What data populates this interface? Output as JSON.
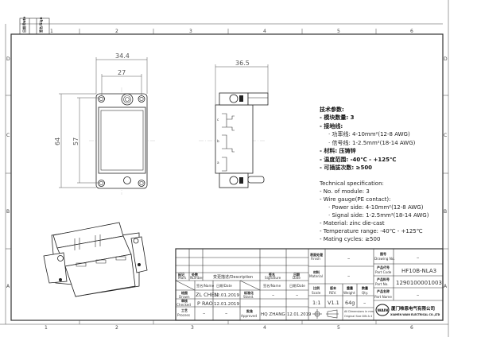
{
  "rulers": {
    "columns": [
      "1",
      "2",
      "3",
      "4",
      "5",
      "6"
    ],
    "rows": [
      "D",
      "C",
      "B",
      "A"
    ]
  },
  "corner_table": {
    "date_label": "日期/Date",
    "sign_label": "签名/Sign"
  },
  "front_view": {
    "dim_overall_width": "34.4",
    "dim_hole_pitch": "27",
    "dim_overall_height": "64",
    "dim_hole_height": "57"
  },
  "side_view": {
    "dim_depth": "36.5",
    "cavity_labels": [
      "c",
      "b",
      "a"
    ]
  },
  "spec_cn": {
    "title": "技术参数:",
    "lines": [
      "- 模块数量: 3",
      "- 接地线:",
      "· 功率线: 4-10mm²(12-8 AWG)",
      "· 信号线: 1-2.5mm²(18-14 AWG)",
      "- 材料:  压铸锌",
      "- 温度范围: -40℃ - +125℃",
      "- 可插拔次数: ≥500"
    ]
  },
  "spec_en": {
    "title": "Technical specification:",
    "lines": [
      "- No. of module: 3",
      "- Wire gauge(PE contact):",
      "· Power side: 4-10mm²(12-8 AWG)",
      "· Signal side: 1-2.5mm²(18-14 AWG)",
      "- Material: zinc die-cast",
      "- Temperature range: -40℃ - +125℃",
      "- Mating cycles: ≥500"
    ]
  },
  "title_block": {
    "revision_header": {
      "mark_cn": "标记",
      "mark": "Mark",
      "number_cn": "处数",
      "number": "Number",
      "description": "变更描述/Description",
      "signature_cn": "签名",
      "signature": "Signature",
      "date_cn": "日期",
      "date": "Date"
    },
    "name_header": "签名/Name",
    "date_header": "日期/Date",
    "drawn": {
      "label_cn": "绘图",
      "label": "Drawn",
      "name": "ZL  CHEN",
      "date": "12.01.2019"
    },
    "checked": {
      "label_cn": "审核",
      "label": "Checked",
      "name": "P  RAO",
      "date": "12.01.2019"
    },
    "process": {
      "label_cn": "工艺",
      "label": "Process",
      "name": "–",
      "date": "–"
    },
    "standard": {
      "label_cn": "标准化",
      "label": "Stand.",
      "name": "–",
      "date": "–"
    },
    "approved": {
      "label_cn": "批准",
      "label": "Approved",
      "name": "HQ  ZHANG",
      "date": "12.01.2019"
    },
    "finish": {
      "label_cn": "表面处理",
      "label": "Finish",
      "value": "–"
    },
    "material": {
      "label_cn": "材料",
      "label": "Material",
      "value": "–"
    },
    "scale": {
      "label_cn": "比例",
      "label": "Scale",
      "value": "1:1"
    },
    "rev": {
      "label_cn": "版本",
      "label": "REV.",
      "value": "V1.1"
    },
    "weight": {
      "label_cn": "重量",
      "label": "Weight",
      "value": "64g"
    },
    "qty": {
      "label_cn": "数量",
      "label": "Qty.",
      "value": "–"
    },
    "dimensions_note": [
      "All Dimensions in mm",
      "Original Size DIN A 4"
    ],
    "drawing_no": {
      "label_cn": "图号",
      "label": "Drawing No.",
      "value": "–"
    },
    "part_code": {
      "label_cn": "产品代号",
      "label": "Part Code",
      "value": "HF10B-NLA3"
    },
    "part_no": {
      "label_cn": "产品料号",
      "label": "Part No.",
      "value": "1290100001003"
    },
    "part_name": {
      "label_cn": "产品名称",
      "label": "Part Name",
      "value": "–"
    },
    "company": {
      "logo": "WAIN",
      "name_cn": "厦门唯恩电气有限公司",
      "name_en": "XIAMEN WAIN ELECTRICAL CO.,LTD"
    }
  }
}
